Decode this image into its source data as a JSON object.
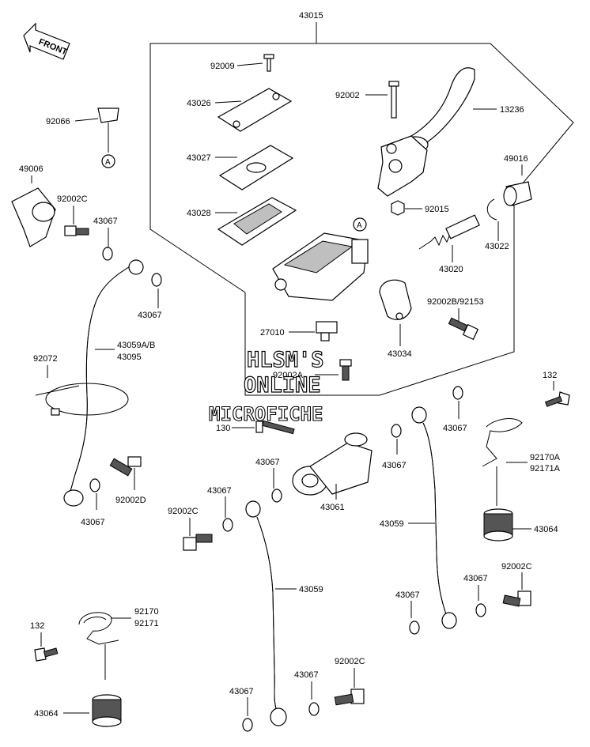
{
  "front_arrow": {
    "label": "FRONT"
  },
  "ref_markers": {
    "a1": "A",
    "a2": "A"
  },
  "watermark": {
    "line1": "HLSM'S",
    "line2": "ONLINE",
    "line3": "MICROFICHE"
  },
  "labels": {
    "p43015": "43015",
    "p92009": "92009",
    "p43026": "43026",
    "p92002": "92002",
    "p13236": "13236",
    "p92066": "92066",
    "p43027": "43027",
    "p49016": "49016",
    "p49006": "49006",
    "p92002c_1": "92002C",
    "p43028": "43028",
    "p92015": "92015",
    "p43067_1": "43067",
    "p43022": "43022",
    "p43020": "43020",
    "p92002b": "92002B/92153",
    "p43067_2": "43067",
    "p27010": "27010",
    "p43034": "43034",
    "p43059ab": "43059A/B",
    "p43095": "43095",
    "p92072": "92072",
    "p92002a": "92002A",
    "p132_1": "132",
    "p43067_3": "43067",
    "p130": "130",
    "p43067_4": "43067",
    "p92170a": "92170A",
    "p92171a": "92171A",
    "p43067_5": "43067",
    "p92002d": "92002D",
    "p43067_6": "43067",
    "p43061": "43061",
    "p43059_1": "43059",
    "p43064_1": "43064",
    "p92002c_2": "92002C",
    "p43067_7": "43067",
    "p43059_2": "43059",
    "p43067_8": "43067",
    "p43067_9": "43067",
    "p92002c_3": "92002C",
    "p92170": "92170",
    "p92171": "92171",
    "p132_2": "132",
    "p43067_10": "43067",
    "p92002c_4": "92002C",
    "p43064_2": "43064"
  }
}
